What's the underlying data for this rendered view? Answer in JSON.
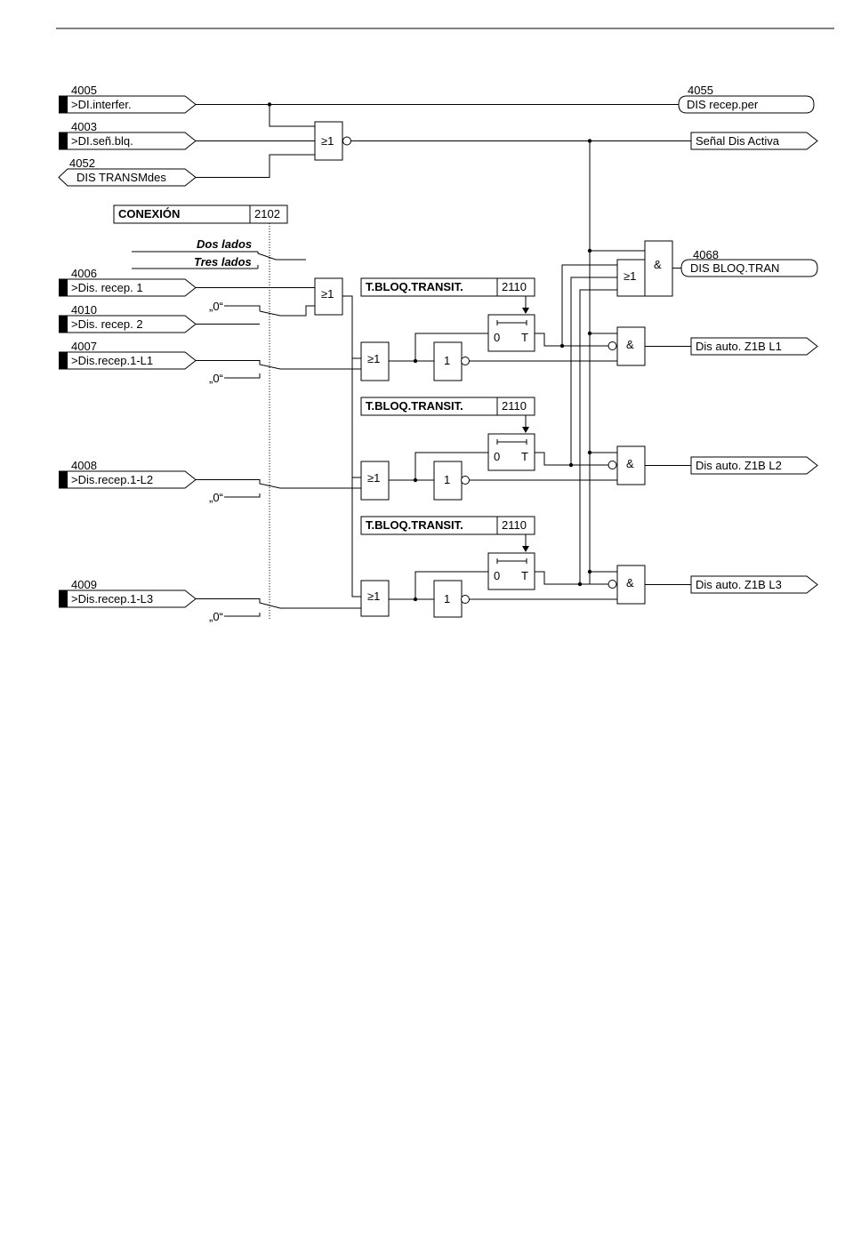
{
  "inputs": [
    {
      "number": "4005",
      "label": ">DI.interfer."
    },
    {
      "number": "4003",
      "label": ">DI.señ.blq."
    },
    {
      "number": "4052",
      "label": "DIS TRANSMdes"
    },
    {
      "number": "4006",
      "label": ">Dis. recep. 1"
    },
    {
      "number": "4010",
      "label": ">Dis. recep. 2"
    },
    {
      "number": "4007",
      "label": ">Dis.recep.1-L1"
    },
    {
      "number": "4008",
      "label": ">Dis.recep.1-L2"
    },
    {
      "number": "4009",
      "label": ">Dis.recep.1-L3"
    }
  ],
  "outputs": [
    {
      "number": "4055",
      "label": "DIS recep.per"
    },
    {
      "number": "",
      "label": "Señal Dis Activa"
    },
    {
      "number": "4068",
      "label": "DIS BLOQ.TRAN"
    },
    {
      "number": "",
      "label": "Dis auto. Z1B L1"
    },
    {
      "number": "",
      "label": "Dis auto. Z1B L2"
    },
    {
      "number": "",
      "label": "Dis auto. Z1B L3"
    }
  ],
  "conexion": {
    "label": "CONEXIÓN",
    "address": "2102",
    "option_two": "Dos lados",
    "option_three": "Tres lados"
  },
  "timer_param": {
    "label": "T.BLOQ.TRANSIT.",
    "address": "2110"
  },
  "timer": {
    "zero": "0",
    "t": "T"
  },
  "gates": {
    "or": "≥1",
    "and": "&",
    "not": "1"
  },
  "zero_const": "„0“"
}
